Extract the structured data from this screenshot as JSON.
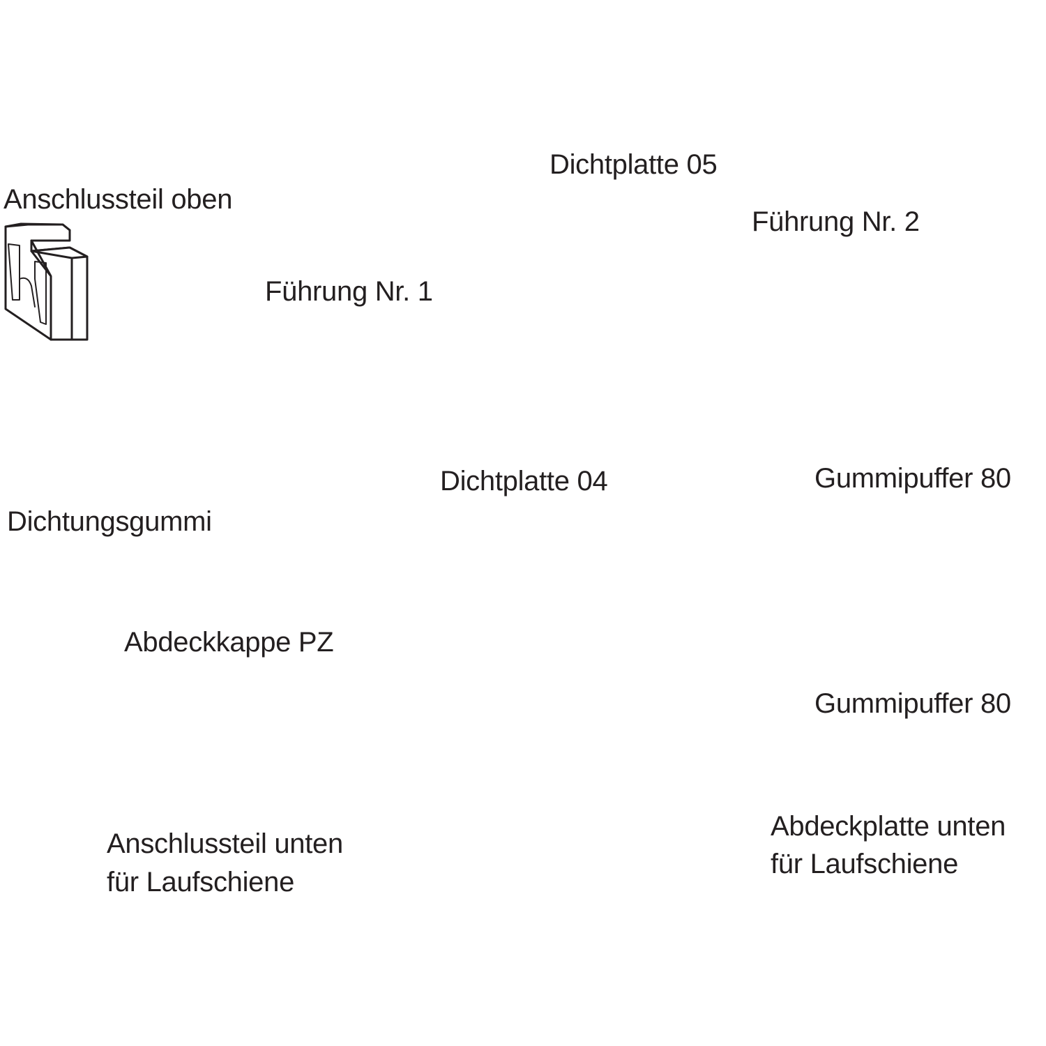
{
  "diagram": {
    "title": "",
    "parts": [
      {
        "id": "anschlussteil-oben",
        "label": "Anschlussteil oben"
      },
      {
        "id": "fuehrung-nr-1",
        "label": "Führung Nr. 1"
      },
      {
        "id": "dichtplatte-05",
        "label": "Dichtplatte 05"
      },
      {
        "id": "fuehrung-nr-2",
        "label": "Führung Nr. 2"
      },
      {
        "id": "dichtplatte-04",
        "label": "Dichtplatte 04"
      },
      {
        "id": "gummipuffer-80-a",
        "label": "Gummipuffer 80"
      },
      {
        "id": "dichtungsgummi",
        "label": "Dichtungsgummi"
      },
      {
        "id": "abdeckkappe-pz",
        "label": "Abdeckkappe PZ"
      },
      {
        "id": "gummipuffer-80-b",
        "label": "Gummipuffer 80"
      },
      {
        "id": "anschlussteil-unten",
        "label_line1": "Anschlussteil unten",
        "label_line2": "für Laufschiene"
      },
      {
        "id": "abdeckplatte-unten",
        "label_line1": "Abdeckplatte unten",
        "label_line2": "für Laufschiene"
      }
    ]
  },
  "colors": {
    "line": "#231f20",
    "background": "#ffffff"
  }
}
